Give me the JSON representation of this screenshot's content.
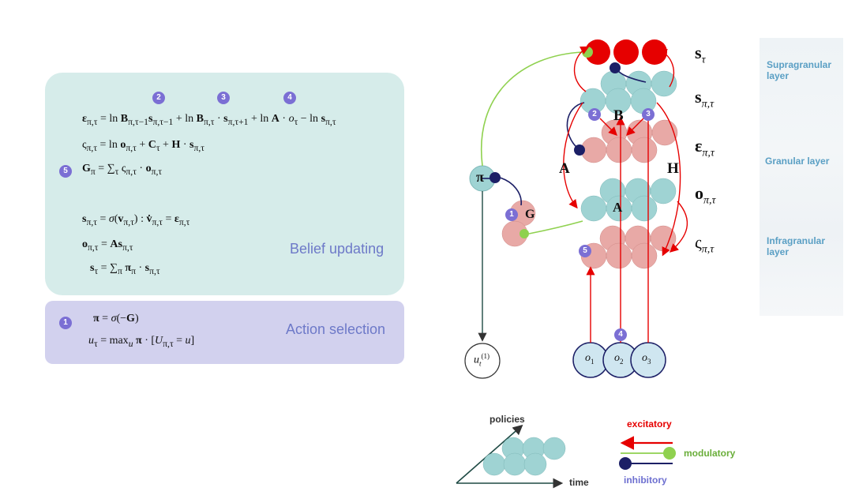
{
  "equations": {
    "eps": "ε_{π,τ} = ln B_{π,τ−1} s_{π,τ−1} + ln B_{π,τ} · s_{π,τ+1} + ln A · o_τ − ln s_{π,τ}",
    "varsigma": "ς_{π,τ} = ln o_{π,τ} + C_τ + H · s_{π,τ}",
    "G": "G_π = Σ_τ ς_{π,τ} · o_{π,τ}",
    "s_dyn": "s_{π,τ} = σ(v_{π,τ}) : v̇_{π,τ} = ε_{π,τ}",
    "o": "o_{π,τ} = A s_{π,τ}",
    "s_avg": "s_τ = Σ_π π_π · s_{π,τ}",
    "pi": "π = σ(−G)",
    "u": "u_τ = max_u π · [U_{π,τ} = u]"
  },
  "badges": {
    "b1": "1",
    "b2": "2",
    "b3": "3",
    "b4": "4",
    "b5": "5"
  },
  "panels": {
    "belief": "Belief updating",
    "action": "Action selection"
  },
  "diagram_labels": {
    "s_tau": "s",
    "s_pi_tau": "s",
    "eps": "ε",
    "o": "o",
    "varsigma": "ς",
    "B": "B",
    "A_left": "A",
    "A_mid": "A",
    "H": "H",
    "G": "G",
    "pi": "π",
    "u": "u",
    "o1": "o",
    "o2": "o",
    "o3": "o"
  },
  "layers": {
    "supra": "Supragranular layer",
    "granular": "Granular layer",
    "infra": "Infragranular layer"
  },
  "legend": {
    "policies": "policies",
    "time": "time",
    "excitatory": "excitatory",
    "modulatory": "modulatory",
    "inhibitory": "inhibitory"
  },
  "colors": {
    "teal": "#9fd3d3",
    "pink": "#e8a9a6",
    "red": "#e60000",
    "navy": "#1c1f66",
    "green": "#8fd14f",
    "panel_belief": "#d6ecea",
    "panel_action": "#d2d1ee"
  }
}
